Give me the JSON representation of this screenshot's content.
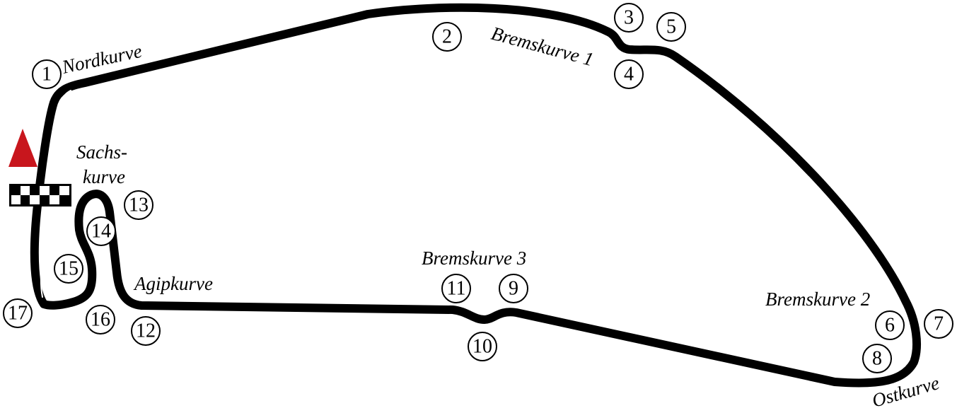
{
  "turns": [
    {
      "id": "1",
      "label": "1"
    },
    {
      "id": "2",
      "label": "2"
    },
    {
      "id": "3",
      "label": "3"
    },
    {
      "id": "4",
      "label": "4"
    },
    {
      "id": "5",
      "label": "5"
    },
    {
      "id": "6",
      "label": "6"
    },
    {
      "id": "7",
      "label": "7"
    },
    {
      "id": "8",
      "label": "8"
    },
    {
      "id": "9",
      "label": "9"
    },
    {
      "id": "10",
      "label": "10"
    },
    {
      "id": "11",
      "label": "11"
    },
    {
      "id": "12",
      "label": "12"
    },
    {
      "id": "13",
      "label": "13"
    },
    {
      "id": "14",
      "label": "14"
    },
    {
      "id": "15",
      "label": "15"
    },
    {
      "id": "16",
      "label": "16"
    },
    {
      "id": "17",
      "label": "17"
    }
  ],
  "corners": {
    "nordkurve": "Nordkurve",
    "bremskurve1": "Bremskurve 1",
    "sachs_line1": "Sachs-",
    "sachs_line2": "kurve",
    "agipkurve": "Agipkurve",
    "bremskurve3": "Bremskurve 3",
    "bremskurve2": "Bremskurve 2",
    "ostkurve": "Ostkurve"
  },
  "colors": {
    "track": "#000000",
    "direction_arrow": "#c8161d",
    "background": "#ffffff"
  },
  "icons": {
    "start_finish": "checkered-flag-icon",
    "direction": "direction-arrow-icon"
  }
}
